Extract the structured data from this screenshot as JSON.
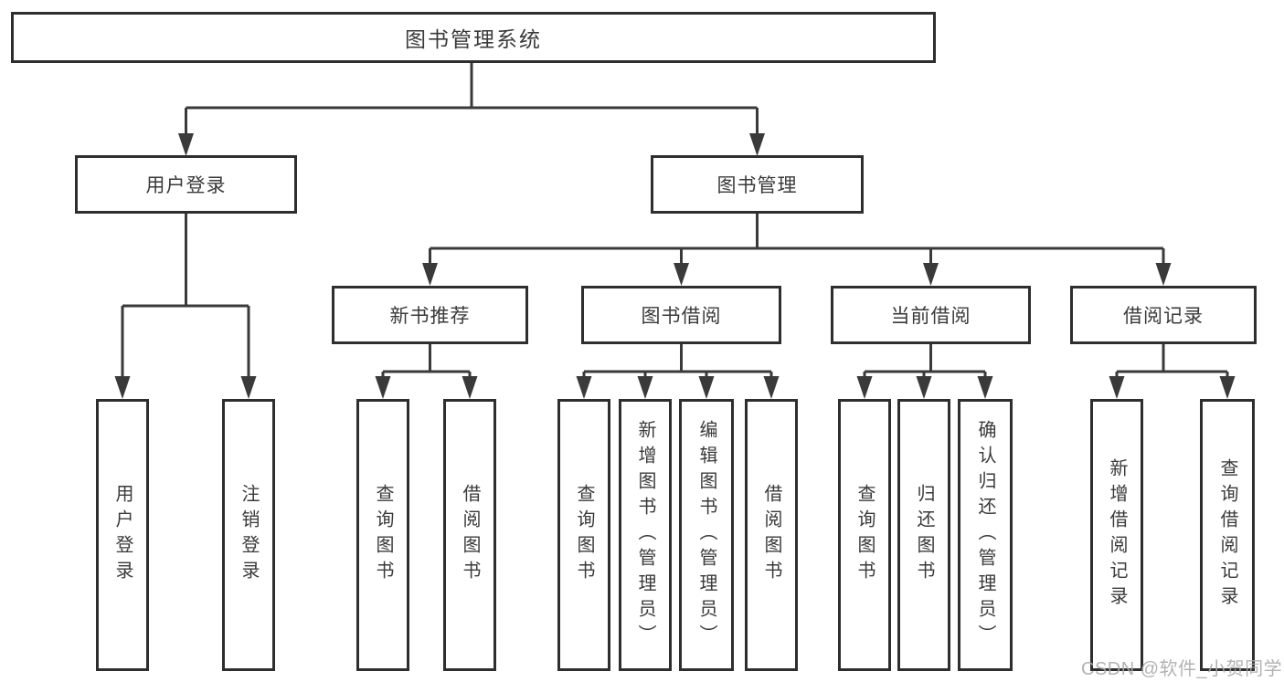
{
  "diagram": {
    "title": "图书管理系统",
    "root": {
      "label": "图书管理系统"
    },
    "level1": [
      {
        "label": "用户登录"
      },
      {
        "label": "图书管理"
      }
    ],
    "level2": [
      {
        "label": "新书推荐"
      },
      {
        "label": "图书借阅"
      },
      {
        "label": "当前借阅"
      },
      {
        "label": "借阅记录"
      }
    ],
    "leaves": {
      "user_login": [
        "用户登录",
        "注销登录"
      ],
      "new_book": [
        "查询图书",
        "借阅图书"
      ],
      "book_borrow": [
        "查询图书",
        "新增图书（管理员）",
        "编辑图书（管理员）",
        "借阅图书"
      ],
      "current_borrow": [
        "查询图书",
        "归还图书",
        "确认归还（管理员）"
      ],
      "borrow_record": [
        "新增借阅记录",
        "查询借阅记录"
      ]
    }
  },
  "watermark": {
    "text": "CSDN @软件_小贺同学"
  },
  "colors": {
    "line": "#3a3a3a",
    "border": "#2e2e2e",
    "text": "#3a3a3a",
    "watermark": "#ababab",
    "background": "#ffffff"
  }
}
